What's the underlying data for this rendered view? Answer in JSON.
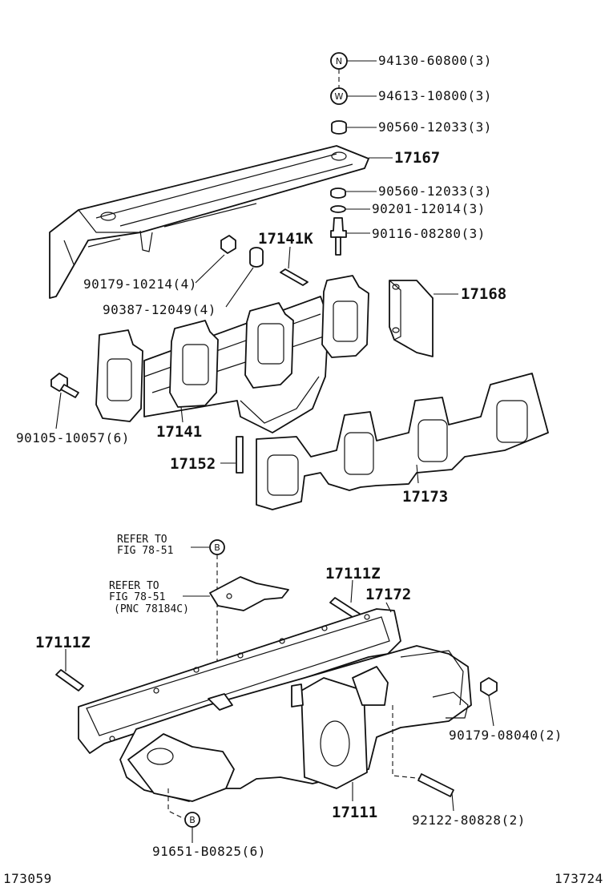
{
  "parts": {
    "nut": "94130-60800(3)",
    "washer": "94613-10800(3)",
    "collar_top": "90560-12033(3)",
    "heat_insulator": "17167",
    "collar_lower": "90560-12033(3)",
    "spacer": "90201-12014(3)",
    "bolt_stud": "90116-08280(3)",
    "stud_k": "17141K",
    "nut_4": "90179-10214(4)",
    "collar_4": "90387-12049(4)",
    "bracket": "17168",
    "bolt_6": "90105-10057(6)",
    "exhaust_manifold": "17141",
    "stud_17152": "17152",
    "gasket_exhaust": "17173",
    "refer_a_line1": "REFER TO",
    "refer_a_line2": "FIG 78-51",
    "refer_b_line1": "REFER TO",
    "refer_b_line2": "FIG 78-51",
    "refer_b_line3": "(PNC 78184C)",
    "stud_z_right": "17111Z",
    "gasket_intake": "17172",
    "stud_z_left": "17111Z",
    "nut_2": "90179-08040(2)",
    "intake_manifold": "17111",
    "stud_2": "92122-80828(2)",
    "bolt_b": "91651-B0825(6)"
  },
  "markers": {
    "n": "N",
    "w": "W",
    "b_top": "B",
    "b_bottom": "B"
  },
  "footer": {
    "left_code": "173059",
    "right_code": "173724"
  }
}
